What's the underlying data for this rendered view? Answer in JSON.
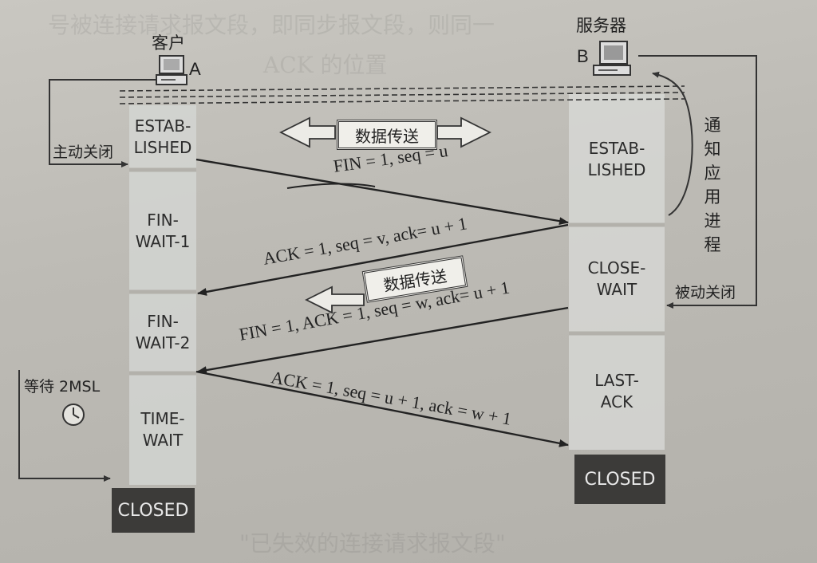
{
  "client": {
    "label": "客户",
    "letter": "A"
  },
  "server": {
    "label": "服务器",
    "letter": "B"
  },
  "client_states": {
    "established": "ESTAB-\nLISHED",
    "fin_wait_1": "FIN-\nWAIT-1",
    "fin_wait_2": "FIN-\nWAIT-2",
    "time_wait": "TIME-\nWAIT",
    "closed": "CLOSED"
  },
  "server_states": {
    "established": "ESTAB-\nLISHED",
    "close_wait": "CLOSE-\nWAIT",
    "last_ack": "LAST-\nACK",
    "closed": "CLOSED"
  },
  "side_labels": {
    "active_close": "主动关闭",
    "passive_close": "被动关闭",
    "notify_app": "通知应用进程",
    "wait_2msl": "等待 2MSL"
  },
  "data_transfer_label": "数据传送",
  "messages": {
    "m1": "FIN = 1, seq = u",
    "m2": "ACK = 1, seq = v, ack= u + 1",
    "m3": "FIN = 1, ACK = 1, seq = w, ack= u + 1",
    "m4": "ACK = 1, seq = u + 1, ack = w + 1"
  },
  "icons": {
    "computer": "computer-icon",
    "clock": "clock-icon"
  }
}
